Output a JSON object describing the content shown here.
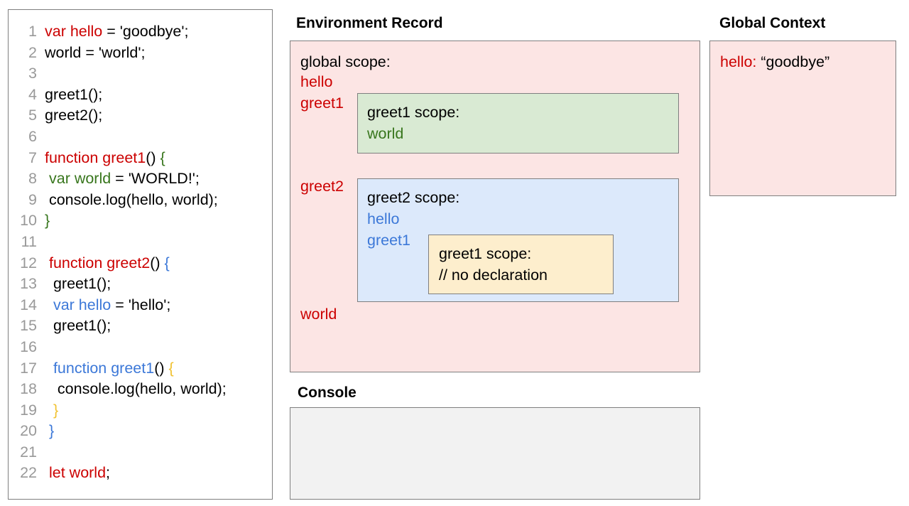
{
  "code_panel": {
    "lines": [
      {
        "number": "1",
        "segments": [
          {
            "t": "var hello",
            "c": "red"
          },
          {
            "t": " = 'goodbye';",
            "c": "black"
          }
        ]
      },
      {
        "number": "2",
        "segments": [
          {
            "t": "world = 'world';",
            "c": "black"
          }
        ]
      },
      {
        "number": "3",
        "segments": [
          {
            "t": "",
            "c": "black"
          }
        ]
      },
      {
        "number": "4",
        "segments": [
          {
            "t": "greet1();",
            "c": "black"
          }
        ]
      },
      {
        "number": "5",
        "segments": [
          {
            "t": "greet2();",
            "c": "black"
          }
        ]
      },
      {
        "number": "6",
        "segments": [
          {
            "t": "",
            "c": "black"
          }
        ]
      },
      {
        "number": "7",
        "segments": [
          {
            "t": "function greet1",
            "c": "red"
          },
          {
            "t": "() ",
            "c": "black"
          },
          {
            "t": "{",
            "c": "green"
          }
        ]
      },
      {
        "number": "8",
        "segments": [
          {
            "t": " ",
            "c": "black"
          },
          {
            "t": "var world",
            "c": "green"
          },
          {
            "t": " = 'WORLD!';",
            "c": "black"
          }
        ]
      },
      {
        "number": "9",
        "segments": [
          {
            "t": " console.log(hello, world);",
            "c": "black"
          }
        ]
      },
      {
        "number": "10",
        "segments": [
          {
            "t": "}",
            "c": "green"
          }
        ]
      },
      {
        "number": "11",
        "segments": [
          {
            "t": "",
            "c": "black"
          }
        ]
      },
      {
        "number": "12",
        "segments": [
          {
            "t": " ",
            "c": "black"
          },
          {
            "t": "function greet2",
            "c": "red"
          },
          {
            "t": "() ",
            "c": "black"
          },
          {
            "t": "{",
            "c": "blue"
          }
        ]
      },
      {
        "number": "13",
        "segments": [
          {
            "t": "  greet1();",
            "c": "black"
          }
        ]
      },
      {
        "number": "14",
        "segments": [
          {
            "t": "  ",
            "c": "black"
          },
          {
            "t": "var hello",
            "c": "blue"
          },
          {
            "t": " = 'hello';",
            "c": "black"
          }
        ]
      },
      {
        "number": "15",
        "segments": [
          {
            "t": "  greet1();",
            "c": "black"
          }
        ]
      },
      {
        "number": "16",
        "segments": [
          {
            "t": "",
            "c": "black"
          }
        ]
      },
      {
        "number": "17",
        "segments": [
          {
            "t": "  ",
            "c": "black"
          },
          {
            "t": "function greet1",
            "c": "blue"
          },
          {
            "t": "() ",
            "c": "black"
          },
          {
            "t": "{",
            "c": "yellow"
          }
        ]
      },
      {
        "number": "18",
        "segments": [
          {
            "t": "   console.log(hello, world);",
            "c": "black"
          }
        ]
      },
      {
        "number": "19",
        "segments": [
          {
            "t": "  ",
            "c": "black"
          },
          {
            "t": "}",
            "c": "yellow"
          }
        ]
      },
      {
        "number": "20",
        "segments": [
          {
            "t": " ",
            "c": "black"
          },
          {
            "t": "}",
            "c": "blue"
          }
        ]
      },
      {
        "number": "21",
        "segments": [
          {
            "t": "",
            "c": "black"
          }
        ]
      },
      {
        "number": "22",
        "segments": [
          {
            "t": " ",
            "c": "black"
          },
          {
            "t": "let world",
            "c": "red"
          },
          {
            "t": ";",
            "c": "black"
          }
        ]
      }
    ]
  },
  "environment_record": {
    "heading": "Environment Record",
    "global_scope": {
      "title": "global scope:",
      "vars": [
        "hello",
        "greet1",
        "greet2",
        "world"
      ]
    },
    "greet1_scope": {
      "title": "greet1 scope:",
      "vars": [
        "world"
      ]
    },
    "greet2_scope": {
      "title": "greet2 scope:",
      "vars": [
        "hello",
        "greet1"
      ]
    },
    "greet1_inner_scope": {
      "title": "greet1 scope:",
      "note": "// no declaration"
    }
  },
  "global_context": {
    "heading": "Global Context",
    "entry_key": "hello:",
    "entry_value": "“goodbye”"
  },
  "console": {
    "heading": "Console",
    "output": ""
  },
  "colors": {
    "pink_fill": "#fce5e4",
    "green_fill": "#d9ead3",
    "blue_fill": "#dce9fb",
    "yellow_fill": "#fdeecd",
    "console_fill": "#f2f2f2",
    "border": "#7f7f7f",
    "token_red": "#cc0000",
    "token_green": "#38761d",
    "token_blue": "#3c78d8",
    "token_yellow": "#f1c232",
    "line_number": "#999999"
  }
}
